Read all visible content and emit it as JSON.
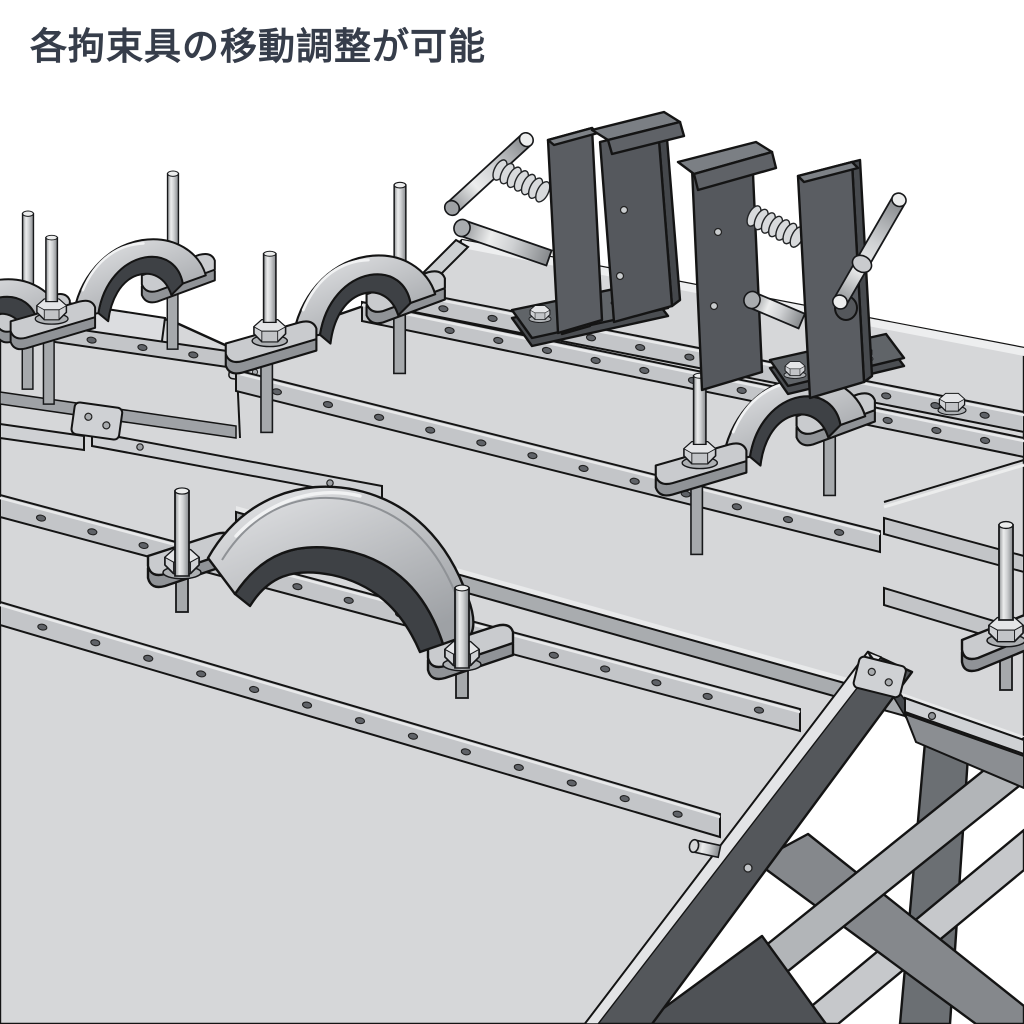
{
  "title": {
    "text": "各拘束具の移動調整が可能"
  },
  "palette": {
    "background": "#ffffff",
    "outline_ink": "#141414",
    "title_color": "#363d4a",
    "steel_light": "#d6d7d9",
    "steel_mid": "#b5b8bb",
    "steel_dark": "#54575b",
    "rail_gray": "#c3c5c8",
    "highlight": "#eceded"
  },
  "figure": {
    "subject": "adjustable workbench with movable restraint fixtures",
    "fixtures": [
      "saddle-clamp-far-left",
      "saddle-clamp-left",
      "saddle-clamp-middle",
      "saddle-clamp-right",
      "saddle-clamp-edge-partial",
      "bridge-clamp",
      "machine-vise-left",
      "machine-vise-right"
    ]
  }
}
